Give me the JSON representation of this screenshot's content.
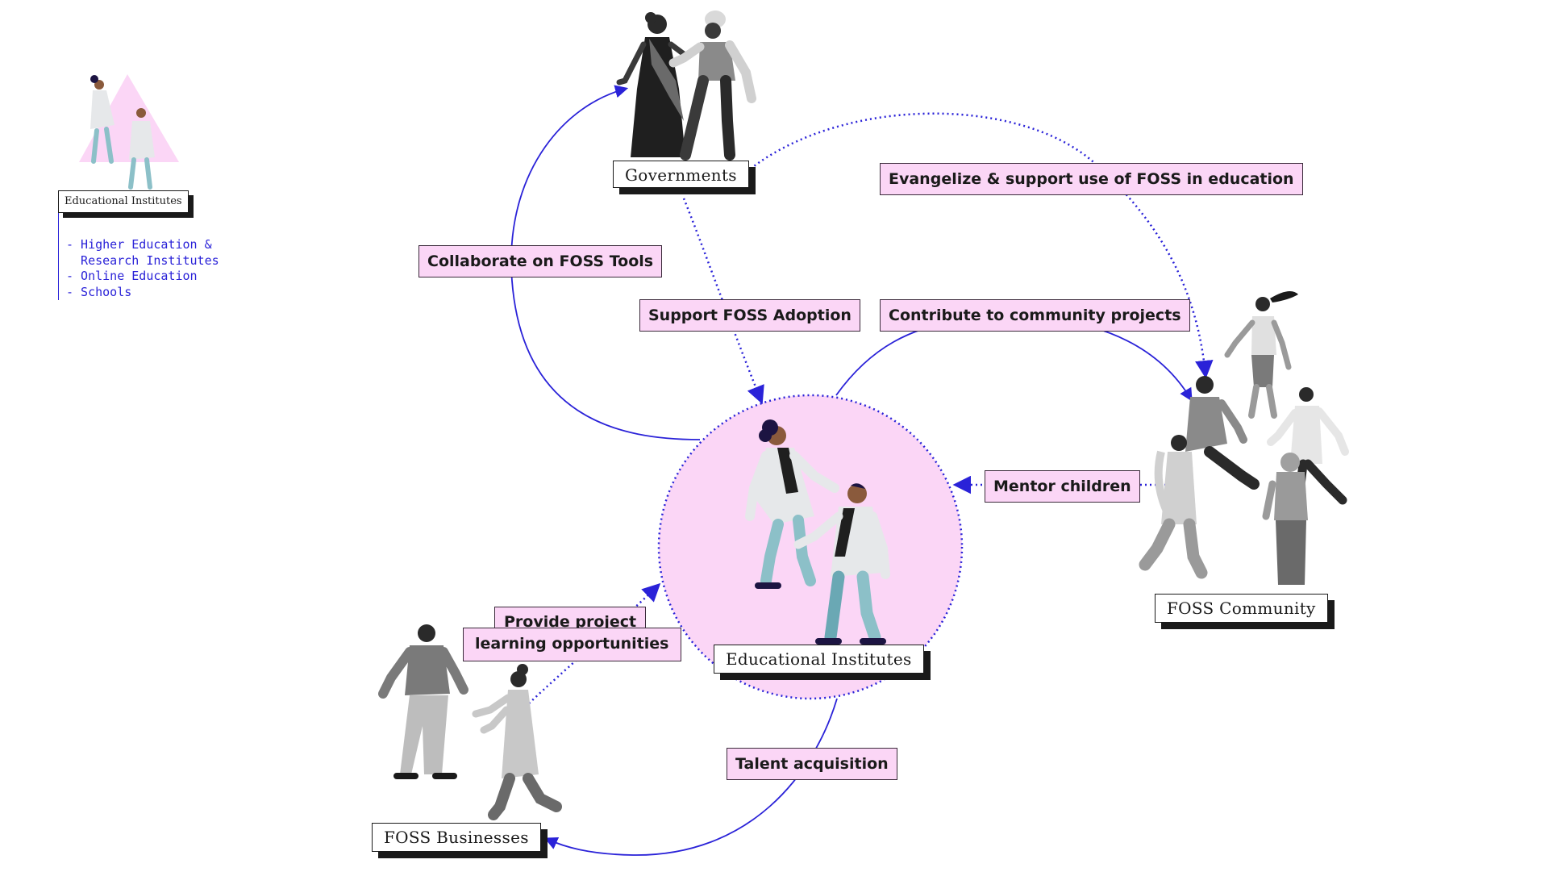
{
  "nodes": {
    "governments": "Governments",
    "educational_institutes": "Educational Institutes",
    "foss_community": "FOSS Community",
    "foss_businesses": "FOSS Businesses"
  },
  "relations": {
    "collaborate": "Collaborate on FOSS Tools",
    "support_adoption": "Support FOSS Adoption",
    "evangelize": "Evangelize & support use of FOSS in education",
    "contribute": "Contribute to community projects",
    "mentor": "Mentor children",
    "provide_line1": "Provide project",
    "provide_line2": "learning opportunities",
    "talent": "Talent acquisition"
  },
  "legend": {
    "title": "Educational Institutes",
    "items": [
      "- Higher Education &\n  Research Institutes",
      "- Online Education",
      "- Schools"
    ]
  },
  "colors": {
    "arrow": "#2a22d8",
    "highlight": "#fbd6f6",
    "label_border": "#3a2a3a",
    "shadow": "#1a1a1a"
  }
}
